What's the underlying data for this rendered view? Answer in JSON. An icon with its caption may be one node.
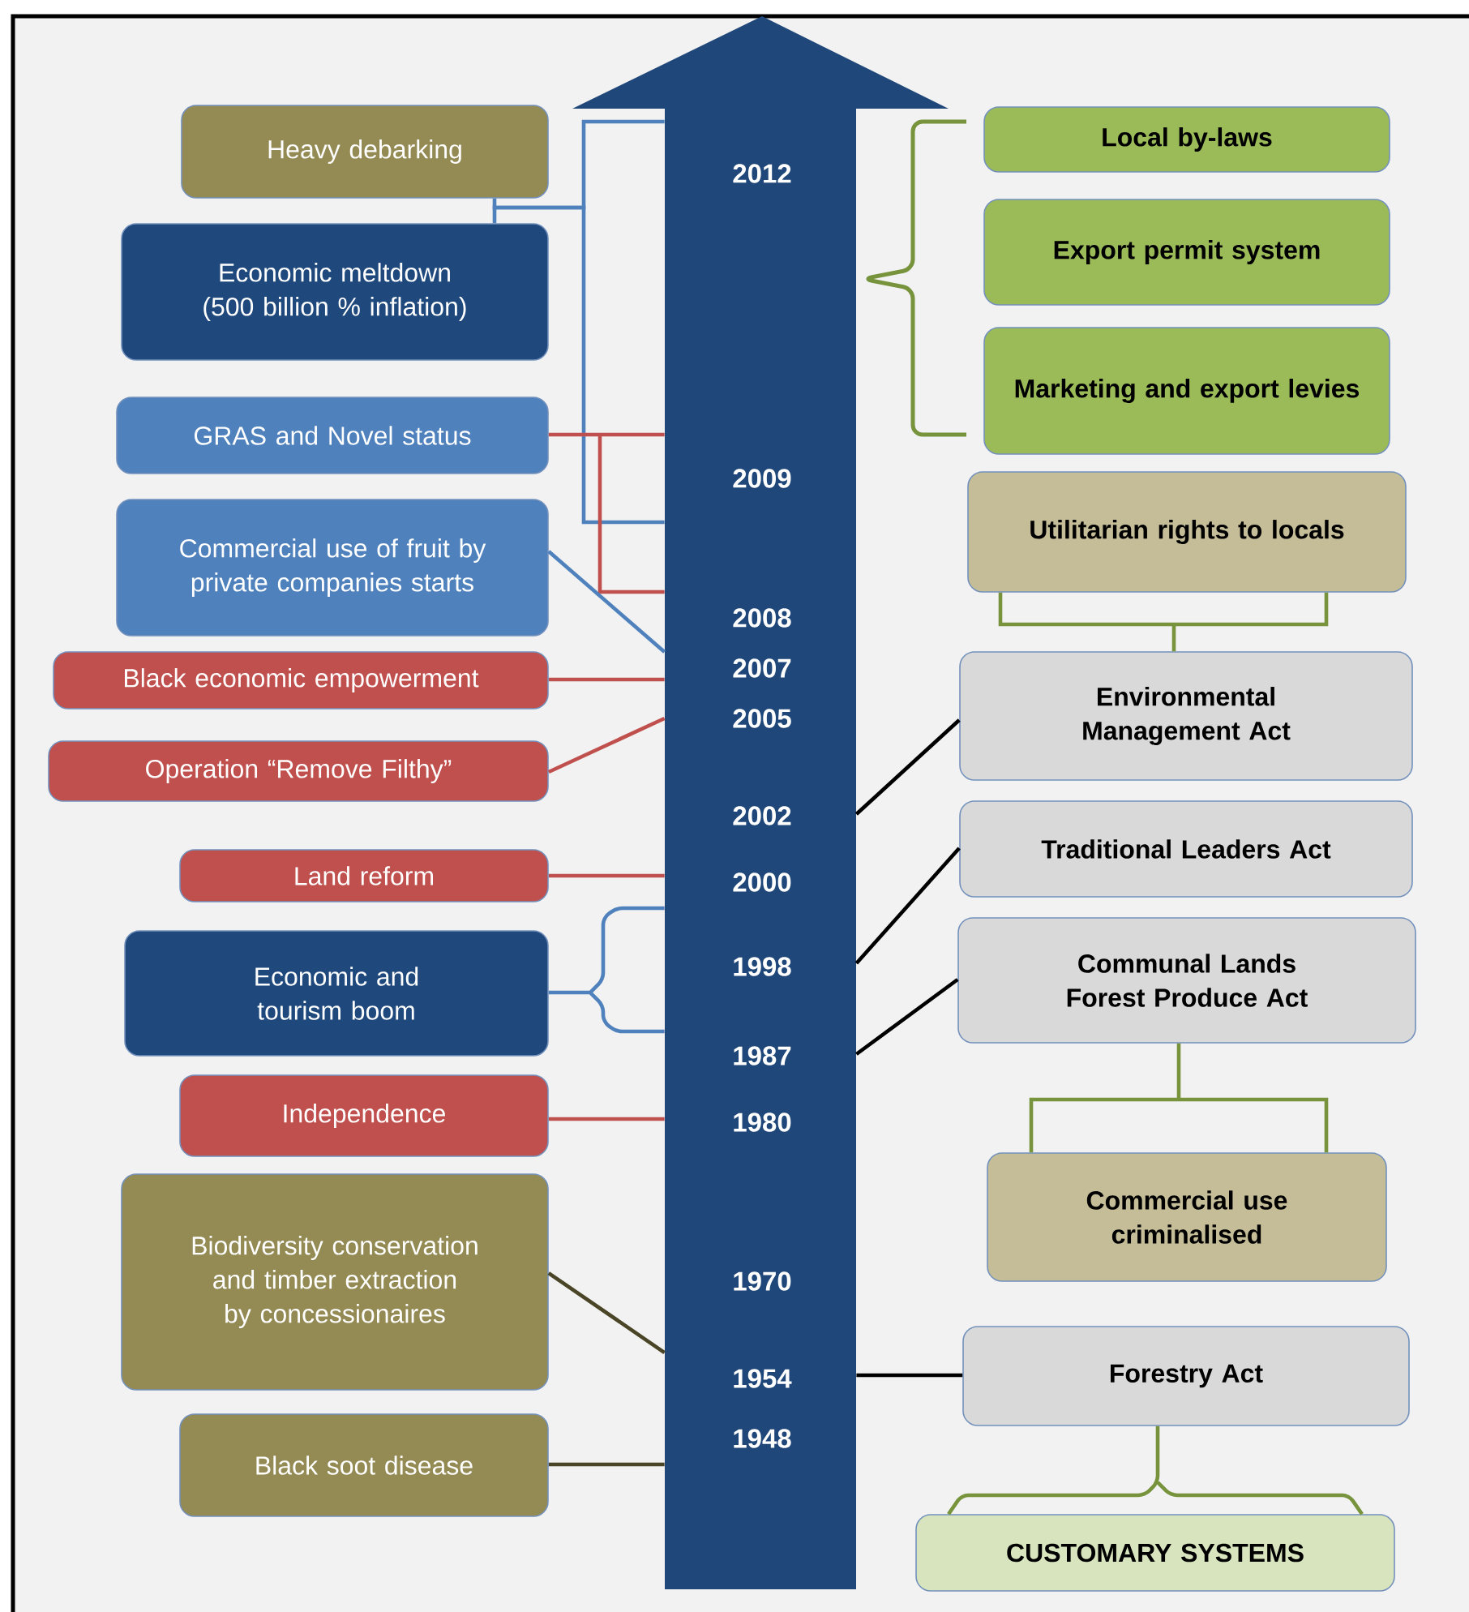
{
  "diagram": {
    "nodes": [
      {
        "text": [
          "2012",
          "2009",
          "2008",
          "2007",
          "2005",
          "2002",
          "2000",
          "1998",
          "1987",
          "1980",
          "1970",
          "1954",
          "1948"
        ]
      },
      {
        "text": [
          "Heavy debarking"
        ]
      },
      {
        "text": [
          "Economic meltdown (500 billion % inflation)"
        ]
      },
      {
        "text": [
          "GRAS and Novel status"
        ]
      },
      {
        "text": [
          "Commercial use of fruit by private companies starts"
        ]
      },
      {
        "text": [
          "Black economic empowerment"
        ]
      },
      {
        "text": [
          "Operation “Remove Filthy”"
        ]
      },
      {
        "text": [
          "Land reform"
        ]
      },
      {
        "text": [
          "Economic and tourism boom"
        ]
      },
      {
        "text": [
          "Independence"
        ]
      },
      {
        "text": [
          "Biodiversity conservation and timber extraction by concessionaires"
        ]
      },
      {
        "text": [
          "Black soot disease"
        ]
      },
      {
        "text": [
          "Local by-laws"
        ]
      },
      {
        "text": [
          "Export permit system"
        ]
      },
      {
        "text": [
          "Marketing and export levies"
        ]
      },
      {
        "text": [
          "Utilitarian rights to locals"
        ]
      },
      {
        "text": [
          "Environmental Management Act"
        ]
      },
      {
        "text": [
          "Traditional Leaders Act"
        ]
      },
      {
        "text": [
          "Communal Lands Forest Produce Act"
        ]
      },
      {
        "text": [
          "Commercial use criminalised"
        ]
      },
      {
        "text": [
          "Forestry Act"
        ]
      },
      {
        "text": [
          "CUSTOMARY SYSTEMS"
        ]
      }
    ],
    "edges": [
      {
        "from": 1,
        "to": 0,
        "arrow": "none",
        "color": "#4f81bd"
      },
      {
        "from": 2,
        "to": 0,
        "arrow": "none",
        "color": "#4f81bd"
      },
      {
        "from": 3,
        "to": 0,
        "arrow": "none"
      },
      {
        "from": 4,
        "to": 0,
        "arrow": "none",
        "color": "#4f81bd"
      },
      {
        "from": 5,
        "to": 0,
        "arrow": "none"
      },
      {
        "from": 6,
        "to": 0,
        "arrow": "none"
      },
      {
        "from": 7,
        "to": 0,
        "arrow": "none"
      },
      {
        "from": 8,
        "to": 0,
        "arrow": "none",
        "color": "#4f81bd"
      },
      {
        "from": 9,
        "to": 0,
        "arrow": "none"
      },
      {
        "from": 10,
        "to": 0,
        "arrow": "none",
        "color": "#4a4526"
      },
      {
        "from": 11,
        "to": 0,
        "arrow": "none",
        "color": "#4a4526"
      },
      {
        "from": 16,
        "to": 0,
        "arrow": "none",
        "color": "#000000"
      },
      {
        "from": 17,
        "to": 0,
        "arrow": "none",
        "color": "#000000"
      },
      {
        "from": 18,
        "to": 0,
        "arrow": "none",
        "color": "#000000"
      },
      {
        "from": 20,
        "to": 0,
        "arrow": "none",
        "color": "#000000"
      },
      {
        "from": 15,
        "to": 16,
        "arrow": "none",
        "color": "#77933c"
      },
      {
        "from": 18,
        "to": 19,
        "arrow": "none",
        "color": "#77933c"
      },
      {
        "from": 20,
        "to": 21,
        "arrow": "none",
        "color": "#77933c"
      }
    ]
  }
}
